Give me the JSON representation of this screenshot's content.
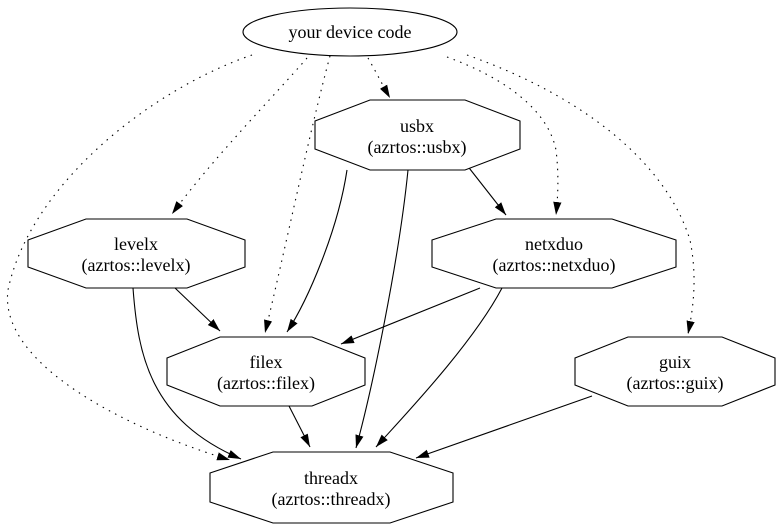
{
  "diagram": {
    "type": "dependency-graph",
    "colors": {
      "background": "#ffffff",
      "stroke": "#000000",
      "text": "#000000"
    },
    "nodes": {
      "device": {
        "label": "your device code",
        "shape": "ellipse"
      },
      "usbx": {
        "label": "usbx",
        "sublabel": "(azrtos::usbx)",
        "shape": "octagon"
      },
      "levelx": {
        "label": "levelx",
        "sublabel": "(azrtos::levelx)",
        "shape": "octagon"
      },
      "netxduo": {
        "label": "netxduo",
        "sublabel": "(azrtos::netxduo)",
        "shape": "octagon"
      },
      "filex": {
        "label": "filex",
        "sublabel": "(azrtos::filex)",
        "shape": "octagon"
      },
      "guix": {
        "label": "guix",
        "sublabel": "(azrtos::guix)",
        "shape": "octagon"
      },
      "threadx": {
        "label": "threadx",
        "sublabel": "(azrtos::threadx)",
        "shape": "octagon"
      }
    },
    "edges": [
      {
        "from": "device",
        "to": "usbx",
        "style": "dotted"
      },
      {
        "from": "device",
        "to": "levelx",
        "style": "dotted"
      },
      {
        "from": "device",
        "to": "netxduo",
        "style": "dotted"
      },
      {
        "from": "device",
        "to": "filex",
        "style": "dotted"
      },
      {
        "from": "device",
        "to": "guix",
        "style": "dotted"
      },
      {
        "from": "device",
        "to": "threadx",
        "style": "dotted"
      },
      {
        "from": "usbx",
        "to": "netxduo",
        "style": "solid"
      },
      {
        "from": "usbx",
        "to": "filex",
        "style": "solid"
      },
      {
        "from": "usbx",
        "to": "threadx",
        "style": "solid"
      },
      {
        "from": "levelx",
        "to": "filex",
        "style": "solid"
      },
      {
        "from": "levelx",
        "to": "threadx",
        "style": "solid"
      },
      {
        "from": "netxduo",
        "to": "filex",
        "style": "solid"
      },
      {
        "from": "netxduo",
        "to": "threadx",
        "style": "solid"
      },
      {
        "from": "filex",
        "to": "threadx",
        "style": "solid"
      },
      {
        "from": "guix",
        "to": "threadx",
        "style": "solid"
      }
    ]
  }
}
